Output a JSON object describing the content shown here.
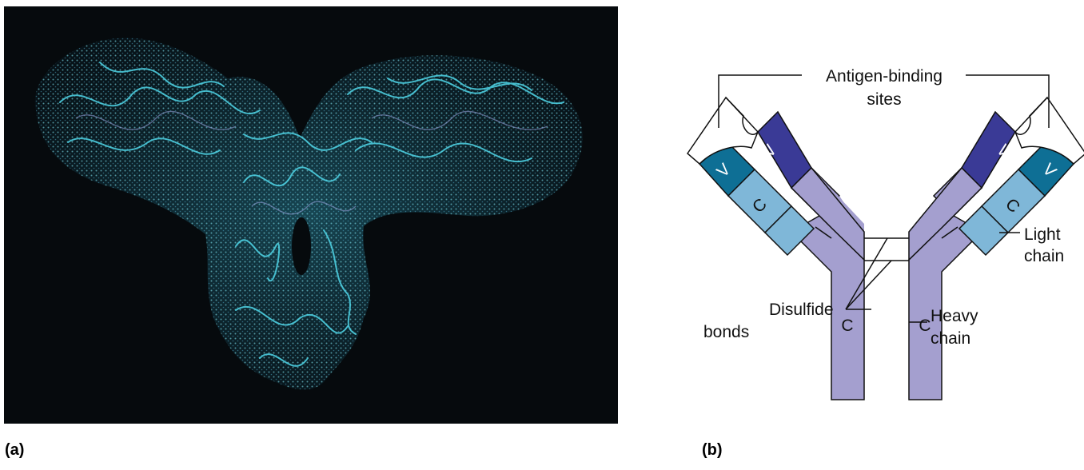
{
  "panels": {
    "a": {
      "tag": "(a)"
    },
    "b": {
      "tag": "(b)"
    }
  },
  "labels": {
    "antigen_binding_line1": "Antigen-binding",
    "antigen_binding_line2": "sites",
    "light_chain_line1": "Light",
    "light_chain_line2": "chain",
    "heavy_chain_line1": "Heavy",
    "heavy_chain_line2": "chain",
    "disulfide_line1": "Disulfide",
    "disulfide_line2": "bonds"
  },
  "domains": {
    "variable": "V",
    "constant": "C"
  },
  "colors": {
    "photo_background": "#060a0d",
    "photo_mesh": "#3fc9e0",
    "heavy_chain": "#a49fcf",
    "heavy_variable": "#3a3a96",
    "light_variable": "#0e6f95",
    "light_constant": "#7fb7d8",
    "outline": "#111111"
  }
}
